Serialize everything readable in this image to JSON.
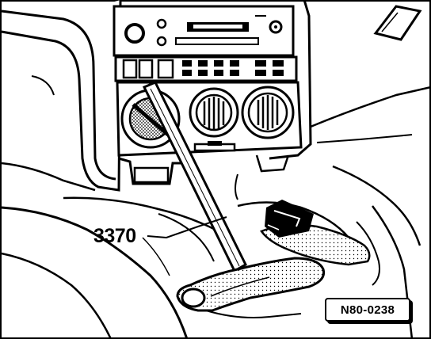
{
  "figure": {
    "tool_label": "3370",
    "reference_code": "N80-0238",
    "colors": {
      "ink": "#000000",
      "paper": "#ffffff",
      "handle_fill": "#dcdcdc"
    },
    "depicted_items": [
      "dashboard-heater-control-panel",
      "special-tool-3370",
      "tool-t-handle",
      "gear-lever-boot"
    ]
  }
}
